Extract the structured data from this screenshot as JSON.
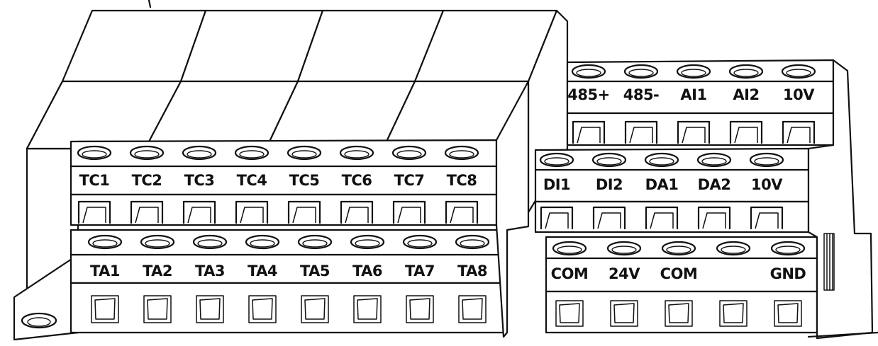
{
  "colors": {
    "line": "#111111",
    "background": "#ffffff"
  },
  "left_block": {
    "top_row": [
      "TC1",
      "TC2",
      "TC3",
      "TC4",
      "TC5",
      "TC6",
      "TC7",
      "TC8"
    ],
    "bottom_row": [
      "TA1",
      "TA2",
      "TA3",
      "TA4",
      "TA5",
      "TA6",
      "TA7",
      "TA8"
    ]
  },
  "right_block": {
    "row1": [
      "485+",
      "485-",
      "AI1",
      "AI2",
      "10V"
    ],
    "row2": [
      "DI1",
      "DI2",
      "DA1",
      "DA2",
      "10V"
    ],
    "row3": [
      "COM",
      "24V",
      "COM",
      "",
      "GND"
    ]
  }
}
